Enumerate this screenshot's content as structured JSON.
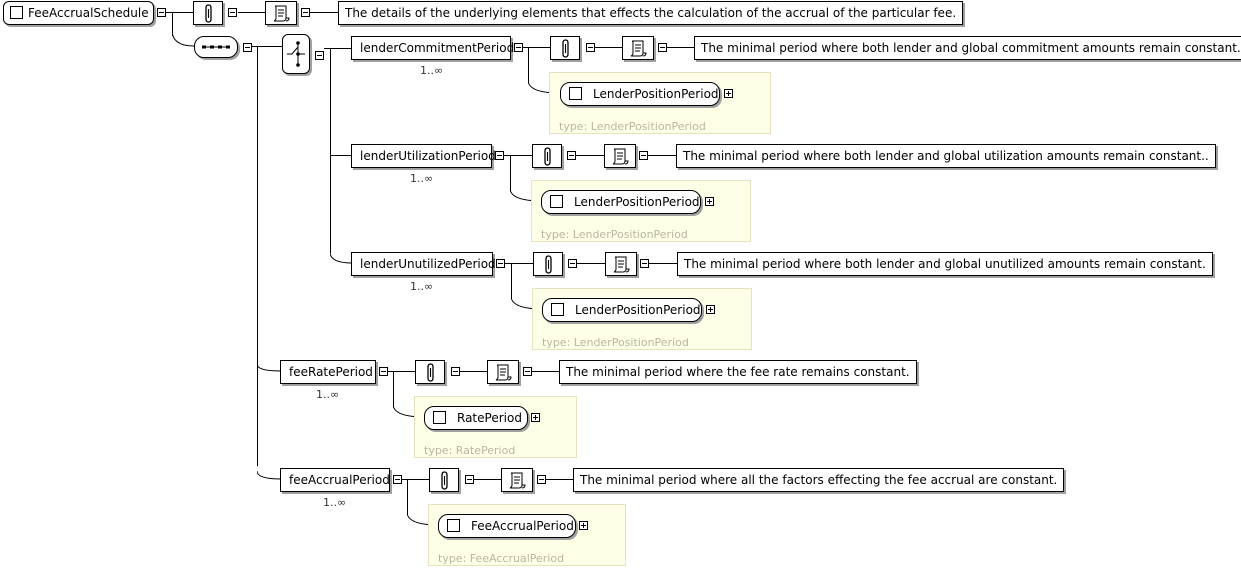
{
  "root": {
    "name": "FeeAccrualSchedule",
    "doc": "The details of the underlying elements that effects the calculation of the accrual of the particular fee."
  },
  "elements": [
    {
      "name": "lenderCommitmentPeriod",
      "cardinality": "1..∞",
      "doc": "The minimal period where both lender and global commitment amounts remain constant.",
      "ref": "LenderPositionPeriod",
      "type_label": "type: LenderPositionPeriod"
    },
    {
      "name": "lenderUtilizationPeriod",
      "cardinality": "1..∞",
      "doc": "The minimal period where both lender and global utilization amounts remain constant..",
      "ref": "LenderPositionPeriod",
      "type_label": "type: LenderPositionPeriod"
    },
    {
      "name": "lenderUnutilizedPeriod",
      "cardinality": "1..∞",
      "doc": "The minimal period where both lender and global unutilized amounts remain constant.",
      "ref": "LenderPositionPeriod",
      "type_label": "type: LenderPositionPeriod"
    },
    {
      "name": "feeRatePeriod",
      "cardinality": "1..∞",
      "doc": "The minimal period where the fee rate remains constant.",
      "ref": "RatePeriod",
      "type_label": "type: RatePeriod"
    },
    {
      "name": "feeAccrualPeriod",
      "cardinality": "1..∞",
      "doc": "The minimal period where all the factors effecting the fee accrual are constant.",
      "ref": "FeeAccrualPeriod",
      "type_label": "type: FeeAccrualPeriod"
    }
  ],
  "icons": {
    "annotation": "paperclip-icon",
    "documentation": "scroll-icon",
    "sequence": "sequence-compositor-icon",
    "choice": "choice-compositor-icon"
  }
}
